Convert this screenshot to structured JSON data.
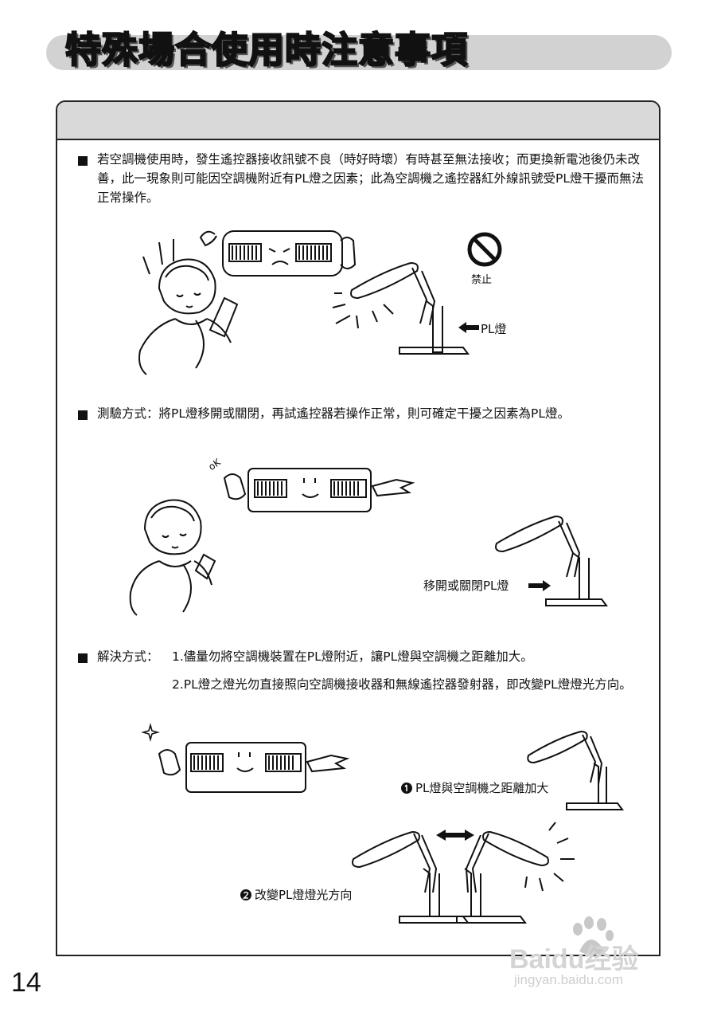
{
  "page": {
    "title": "特殊場合使用時注意事項",
    "page_number": "14"
  },
  "sections": [
    {
      "text": "若空調機使用時，發生遙控器接收訊號不良（時好時壞）有時甚至無法接收；而更換新電池後仍未改善，此一現象則可能因空調機附近有PL燈之因素；此為空調機之遙控器紅外線訊號受PL燈干擾而無法正常操作。",
      "labels": {
        "prohibit": "禁止",
        "pl_lamp": "PL燈"
      }
    },
    {
      "text": "測驗方式：將PL燈移開或關閉，再試遙控器若操作正常，則可確定干擾之因素為PL燈。",
      "labels": {
        "ok": "oK",
        "move_off": "移開或關閉PL燈"
      }
    },
    {
      "intro": "解決方式：",
      "item1": "1.儘量勿將空調機裝置在PL燈附近，讓PL燈與空調機之距離加大。",
      "item2": "2.PL燈之燈光勿直接照向空調機接收器和無線遙控器發射器，即改變PL燈燈光方向。",
      "labels": {
        "increase_distance": "PL燈與空調機之距離加大",
        "change_direction": "改變PL燈燈光方向"
      }
    }
  ],
  "watermark": {
    "brand": "Baidu经验",
    "url": "jingyan.baidu.com"
  }
}
